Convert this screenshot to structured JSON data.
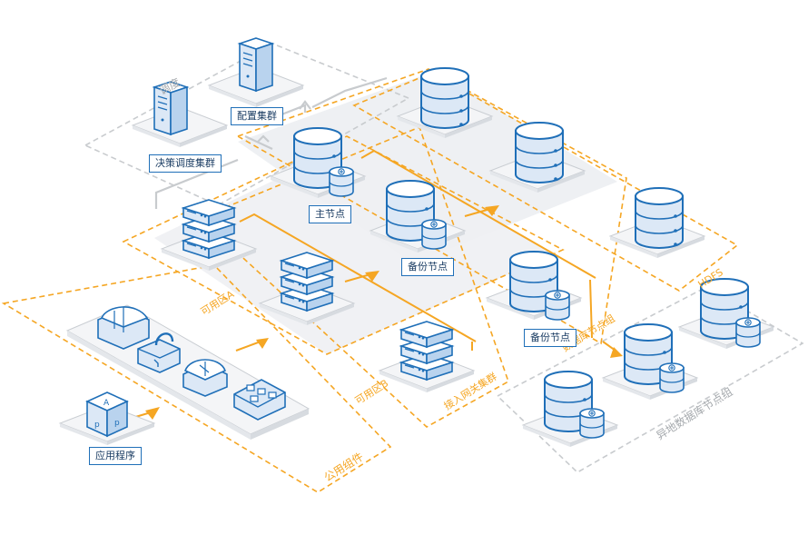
{
  "zones": {
    "dispatch": "调度",
    "zone_a": "可用区A",
    "zone_b": "可用区B",
    "gateway": "接入网关集群",
    "db_group": "数据库节点组",
    "hdfs": "HDFS",
    "remote_db": "异地数据库节点组",
    "common": "公用组件"
  },
  "nodes": {
    "config_cluster": "配置集群",
    "decision_cluster": "决策调度集群",
    "master_node": "主节点",
    "backup_node_1": "备份节点",
    "backup_node_2": "备份节点",
    "application": "应用程序"
  },
  "colors": {
    "accent": "#f5a623",
    "primary": "#1f6fb8",
    "dashed_gray": "#c8cbce",
    "platform_fill": "#eef0f3"
  }
}
